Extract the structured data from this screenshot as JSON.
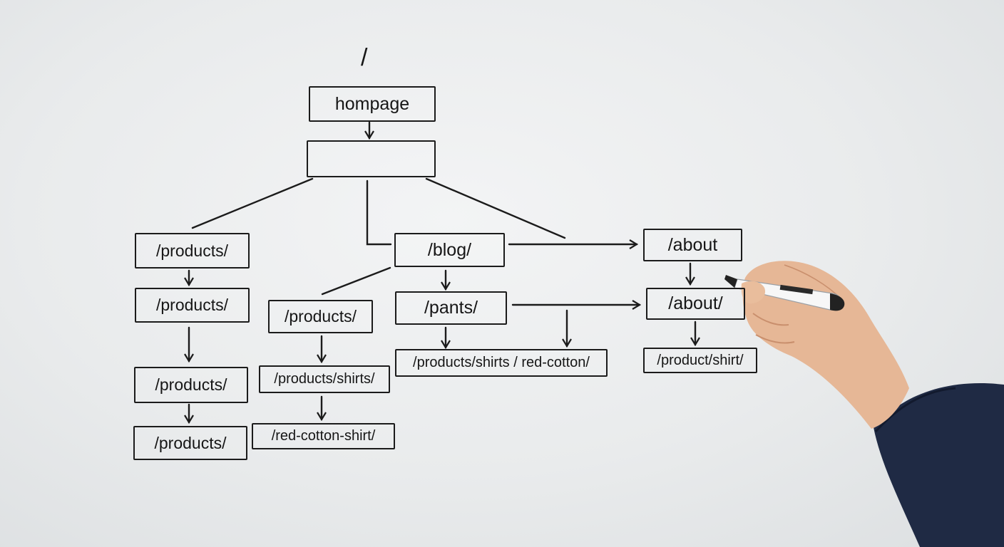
{
  "colors": {
    "ink": "#161616",
    "board": "#eceeef",
    "skin": "#e6b796",
    "sleeve": "#1f2a44"
  },
  "diagram": {
    "root_label": "/",
    "nodes": {
      "homepage": "hompage",
      "blank": "",
      "products_a": "/products/",
      "products_b": "/products/",
      "products_c": "/products/",
      "products_d": "/products/",
      "blog": "/blog/",
      "products_mid": "/products/",
      "products_shirts": "/products/shirts/",
      "red_cotton_shirt": "/red-cotton-shirt/",
      "pants": "/pants/",
      "products_shirts_red_cotton": "/products/shirts / red-cotton/",
      "about": "/about",
      "about_slash": "/about/",
      "product_shirt": "/product/shirt/"
    }
  },
  "illustration": {
    "hand_icon": "hand-holding-marker-icon",
    "marker_icon": "whiteboard-marker-icon"
  }
}
